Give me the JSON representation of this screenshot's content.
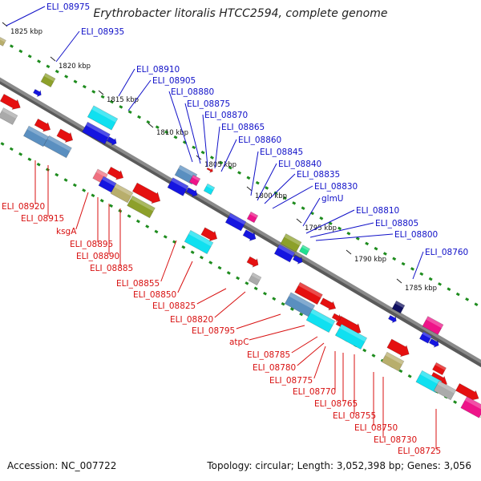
{
  "title": "Erythrobacter litoralis HTCC2594, complete genome",
  "footer": {
    "accession": "Accession: NC_007722",
    "stats": "Topology: circular; Length: 3,052,398 bp; Genes: 3,056"
  },
  "colors": {
    "backbone": "#8a8a8a",
    "dots": "#1e8c1e",
    "blue_labels": "#1010c8",
    "red_labels": "#d81010",
    "cds_forward": "#1515e0",
    "cds_reverse": "#e51010",
    "cyan": "#10e0f0",
    "steelblue": "#5a8fc0",
    "olive": "#8da02a",
    "khaki": "#b8ae6c",
    "pink": "#ee1489",
    "salmon": "#f07080",
    "gray": "#aaaaaa",
    "navy": "#101060",
    "aqua": "#20e090"
  },
  "kbp_ticks": [
    "1825 kbp",
    "1820 kbp",
    "1815 kbp",
    "1810 kbp",
    "1805 kbp",
    "1800 kbp",
    "1795 kbp",
    "1790 kbp",
    "1785 kbp"
  ],
  "top_labels": [
    "ELI_08975",
    "ELI_08935",
    "ELI_08910",
    "ELI_08905",
    "ELI_08880",
    "ELI_08875",
    "ELI_08870",
    "ELI_08865",
    "ELI_08860",
    "ELI_08845",
    "ELI_08840",
    "ELI_08835",
    "ELI_08830",
    "glmU",
    "ELI_08810",
    "ELI_08805",
    "ELI_08800",
    "ELI_08760"
  ],
  "bottom_labels": [
    "ELI_08920",
    "ELI_08915",
    "ksgA",
    "ELI_08895",
    "ELI_08890",
    "ELI_08885",
    "ELI_08855",
    "ELI_08850",
    "ELI_08825",
    "ELI_08820",
    "ELI_08795",
    "atpC",
    "ELI_08785",
    "ELI_08780",
    "ELI_08775",
    "ELI_08770",
    "ELI_08765",
    "ELI_08755",
    "ELI_08750",
    "ELI_08730",
    "ELI_08725"
  ]
}
